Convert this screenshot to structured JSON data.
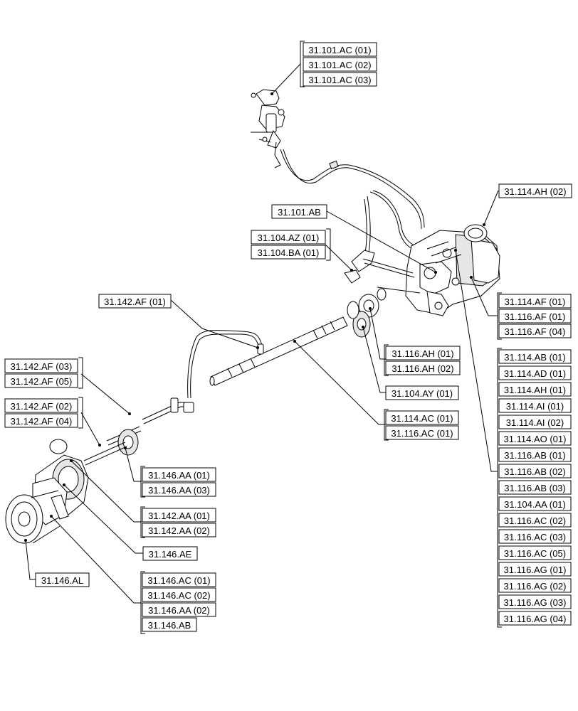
{
  "callouts": [
    {
      "id": "top",
      "labels": [
        "31.101.AC (01)",
        "31.101.AC (02)",
        "31.101.AC (03)"
      ]
    },
    {
      "id": "ab101",
      "labels": [
        "31.101.AB"
      ]
    },
    {
      "id": "az",
      "labels": [
        "31.104.AZ (01)",
        "31.104.BA (01)"
      ]
    },
    {
      "id": "ah02",
      "labels": [
        "31.114.AH (02)"
      ]
    },
    {
      "id": "af01",
      "labels": [
        "31.142.AF (01)"
      ]
    },
    {
      "id": "af114",
      "labels": [
        "31.114.AF (01)",
        "31.116.AF (01)",
        "31.116.AF (04)"
      ]
    },
    {
      "id": "bigList",
      "labels": [
        "31.114.AB (01)",
        "31.114.AD (01)",
        "31.114.AH (01)",
        "31.114.AI (01)",
        "31.114.AI (02)",
        "31.114.AO (01)",
        "31.116.AB (01)",
        "31.116.AB (02)",
        "31.116.AB (03)",
        "31.104.AA (01)",
        "31.116.AC (02)",
        "31.116.AC (03)",
        "31.116.AC (05)",
        "31.116.AG (01)",
        "31.116.AG (02)",
        "31.116.AG (03)",
        "31.116.AG (04)"
      ]
    },
    {
      "id": "af0305",
      "labels": [
        "31.142.AF (03)",
        "31.142.AF (05)"
      ]
    },
    {
      "id": "ah116",
      "labels": [
        "31.116.AH (01)",
        "31.116.AH (02)"
      ]
    },
    {
      "id": "ay",
      "labels": [
        "31.104.AY (01)"
      ]
    },
    {
      "id": "af0204",
      "labels": [
        "31.142.AF (02)",
        "31.142.AF (04)"
      ]
    },
    {
      "id": "ac114",
      "labels": [
        "31.114.AC (01)",
        "31.116.AC (01)"
      ]
    },
    {
      "id": "aa146",
      "labels": [
        "31.146.AA (01)",
        "31.146.AA (03)"
      ]
    },
    {
      "id": "aa142",
      "labels": [
        "31.142.AA (01)",
        "31.142.AA (02)"
      ]
    },
    {
      "id": "ae",
      "labels": [
        "31.146.AE"
      ]
    },
    {
      "id": "al",
      "labels": [
        "31.146.AL"
      ]
    },
    {
      "id": "ac146",
      "labels": [
        "31.146.AC (01)",
        "31.146.AC (02)",
        "31.146.AA (02)",
        "31.146.AB"
      ]
    }
  ]
}
